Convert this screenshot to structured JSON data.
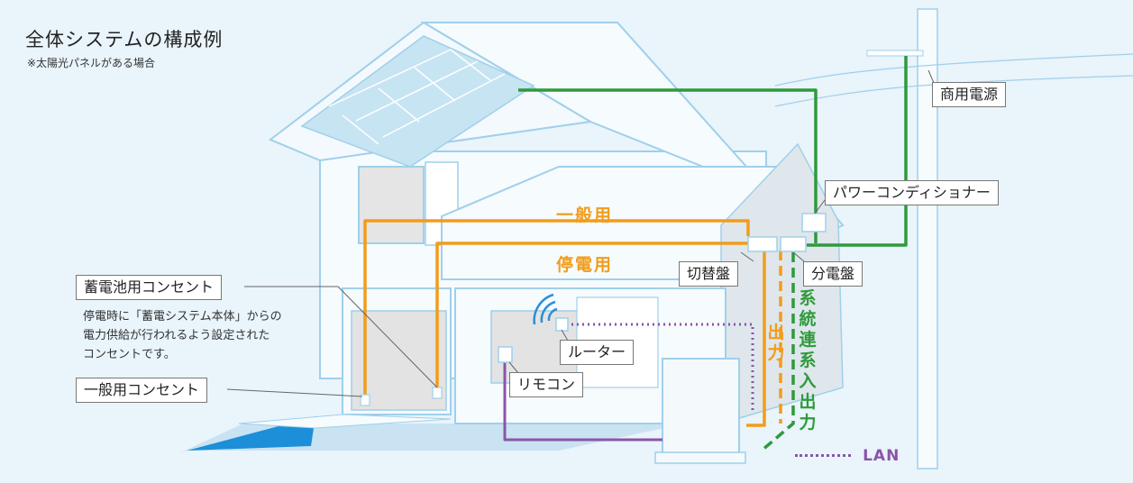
{
  "title": "全体システムの構成例",
  "subtitle": "※太陽光パネルがある場合",
  "wires": {
    "general": "一般用",
    "outage": "停電用",
    "output": "出力",
    "grid": "系統連系入出力"
  },
  "labels": {
    "utility_power": "商用電源",
    "power_conditioner": "パワーコンディショナー",
    "switchboard": "切替盤",
    "distribution_board": "分電盤",
    "router": "ルーター",
    "remote": "リモコン",
    "storage_outlet": "蓄電池用コンセント",
    "general_outlet": "一般用コンセント"
  },
  "note": "停電時に「蓄電システム本体」からの\n電力供給が行われるよう設定された\nコンセントです。",
  "legend": {
    "lan": "LAN"
  },
  "colors": {
    "background": "#e9f4fb",
    "house_line": "#9fd0ea",
    "general_wire": "#f39c1b",
    "grid_wire": "#2f9a3c",
    "lan_wire": "#8a55a8",
    "wifi": "#2c8fd6",
    "ground": "#1c8fd8"
  }
}
